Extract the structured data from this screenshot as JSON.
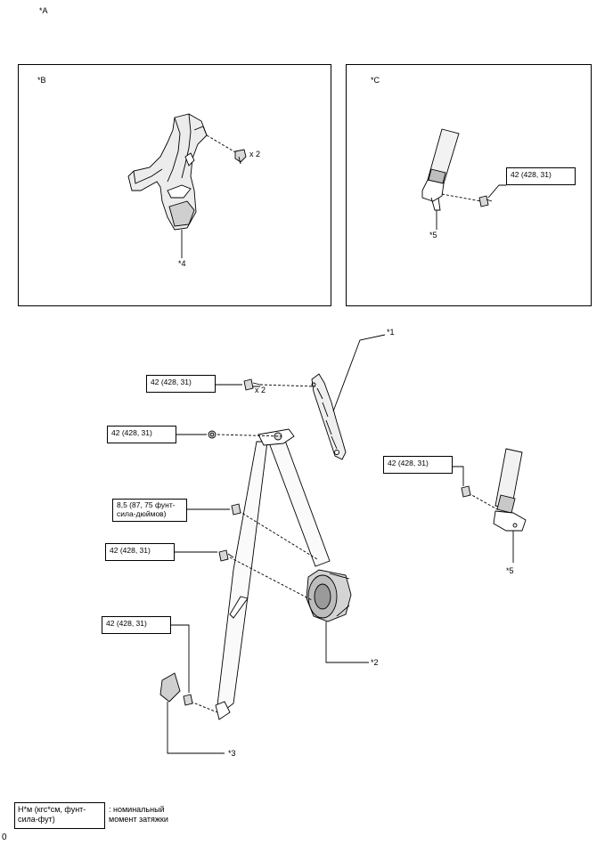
{
  "labels": {
    "a": "*A",
    "b": "*B",
    "c": "*C",
    "p1": "*1",
    "p2": "*2",
    "p3": "*3",
    "p4": "*4",
    "p5_panel": "*5",
    "p5_main": "*5"
  },
  "quantities": {
    "clip_b": "x 2",
    "bolt_1": "x 2"
  },
  "torque": {
    "c_panel": "42 (428, 31)",
    "upper_anchor": "42 (428, 31)",
    "pillar_nut": "42 (428, 31)",
    "retractor_small_line1": "8,5 (87, 75 фунт-",
    "retractor_small_line2": "сила-дюймов)",
    "retractor": "42 (428, 31)",
    "lower_anchor": "42 (428, 31)",
    "right_bracket": "42 (428, 31)"
  },
  "legend": {
    "unit_line1": "Н*м (кгс*см, фунт-",
    "unit_line2": "сила-фут)",
    "desc_line1": ": номинальный",
    "desc_line2": "момент затяжки"
  },
  "corner": "0"
}
